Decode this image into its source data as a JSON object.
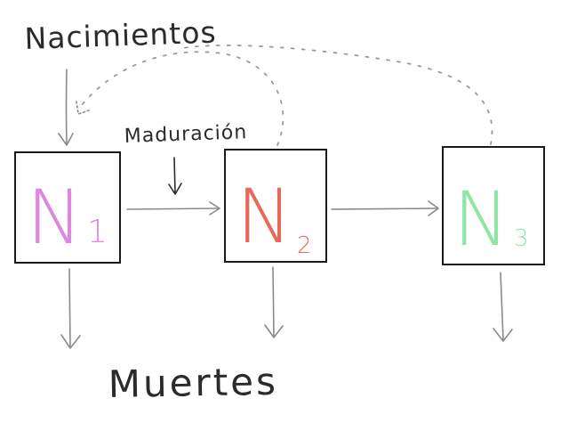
{
  "labels": {
    "births": "Nacimientos",
    "maturation": "Maduración",
    "deaths": "Muertes"
  },
  "stages": [
    {
      "letter": "N",
      "subscript": "1",
      "color": "#dd88dd"
    },
    {
      "letter": "N",
      "subscript": "2",
      "color": "#e8695a"
    },
    {
      "letter": "N",
      "subscript": "3",
      "color": "#8fe6a3"
    }
  ]
}
